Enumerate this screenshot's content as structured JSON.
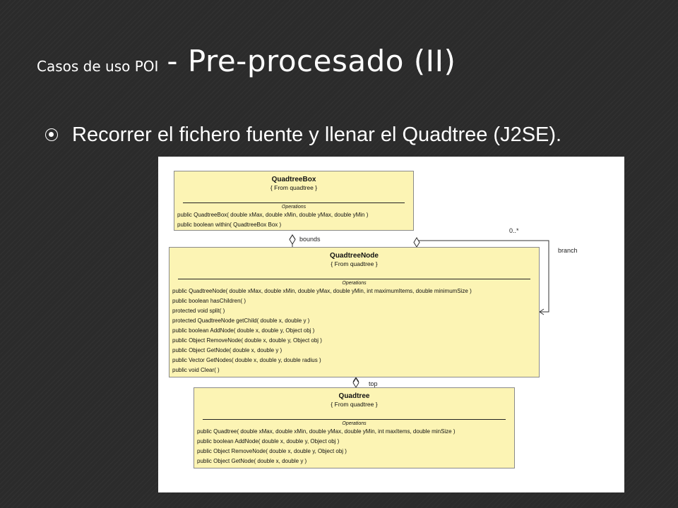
{
  "slide": {
    "title_small": "Casos de uso POI",
    "title_large": "- Pre-procesado (II)",
    "bullet": "Recorrer el fichero fuente y llenar el Quadtree (J2SE)."
  },
  "diagram": {
    "classes": {
      "quadtree_box": {
        "name": "QuadtreeBox",
        "stereotype": "{ From quadtree }",
        "operations_label": "Operations",
        "operations": [
          "public  QuadtreeBox( double xMax, double xMin, double yMax, double yMin )",
          "public boolean   within( QuadtreeBox Box )"
        ]
      },
      "quadtree_node": {
        "name": "QuadtreeNode",
        "stereotype": "{ From quadtree }",
        "operations_label": "Operations",
        "operations": [
          "public  QuadtreeNode( double xMax, double xMin, double yMax, double yMin, int maximumItems, double minimumSize )",
          "public boolean   hasChildren(  )",
          "protected void   split(  )",
          "protected QuadtreeNode   getChild( double x, double y )",
          "public boolean   AddNode( double x, double y, Object obj )",
          "public Object   RemoveNode( double x, double y, Object obj )",
          "public Object   GetNode( double x, double y )",
          "public Vector   GetNodes( double x, double y, double radius )",
          "public void   Clear(  )"
        ]
      },
      "quadtree": {
        "name": "Quadtree",
        "stereotype": "{ From quadtree }",
        "operations_label": "Operations",
        "operations": [
          "public  Quadtree( double xMax, double xMin, double yMax, double yMin, int maxItems, double minSize )",
          "public boolean   AddNode( double x, double y, Object obj )",
          "public Object   RemoveNode( double x, double y, Object obj )",
          "public Object   GetNode( double x, double y )"
        ]
      }
    },
    "associations": {
      "bounds": "bounds",
      "multiplicity": "0..*",
      "branch": "branch",
      "top": "top"
    }
  }
}
